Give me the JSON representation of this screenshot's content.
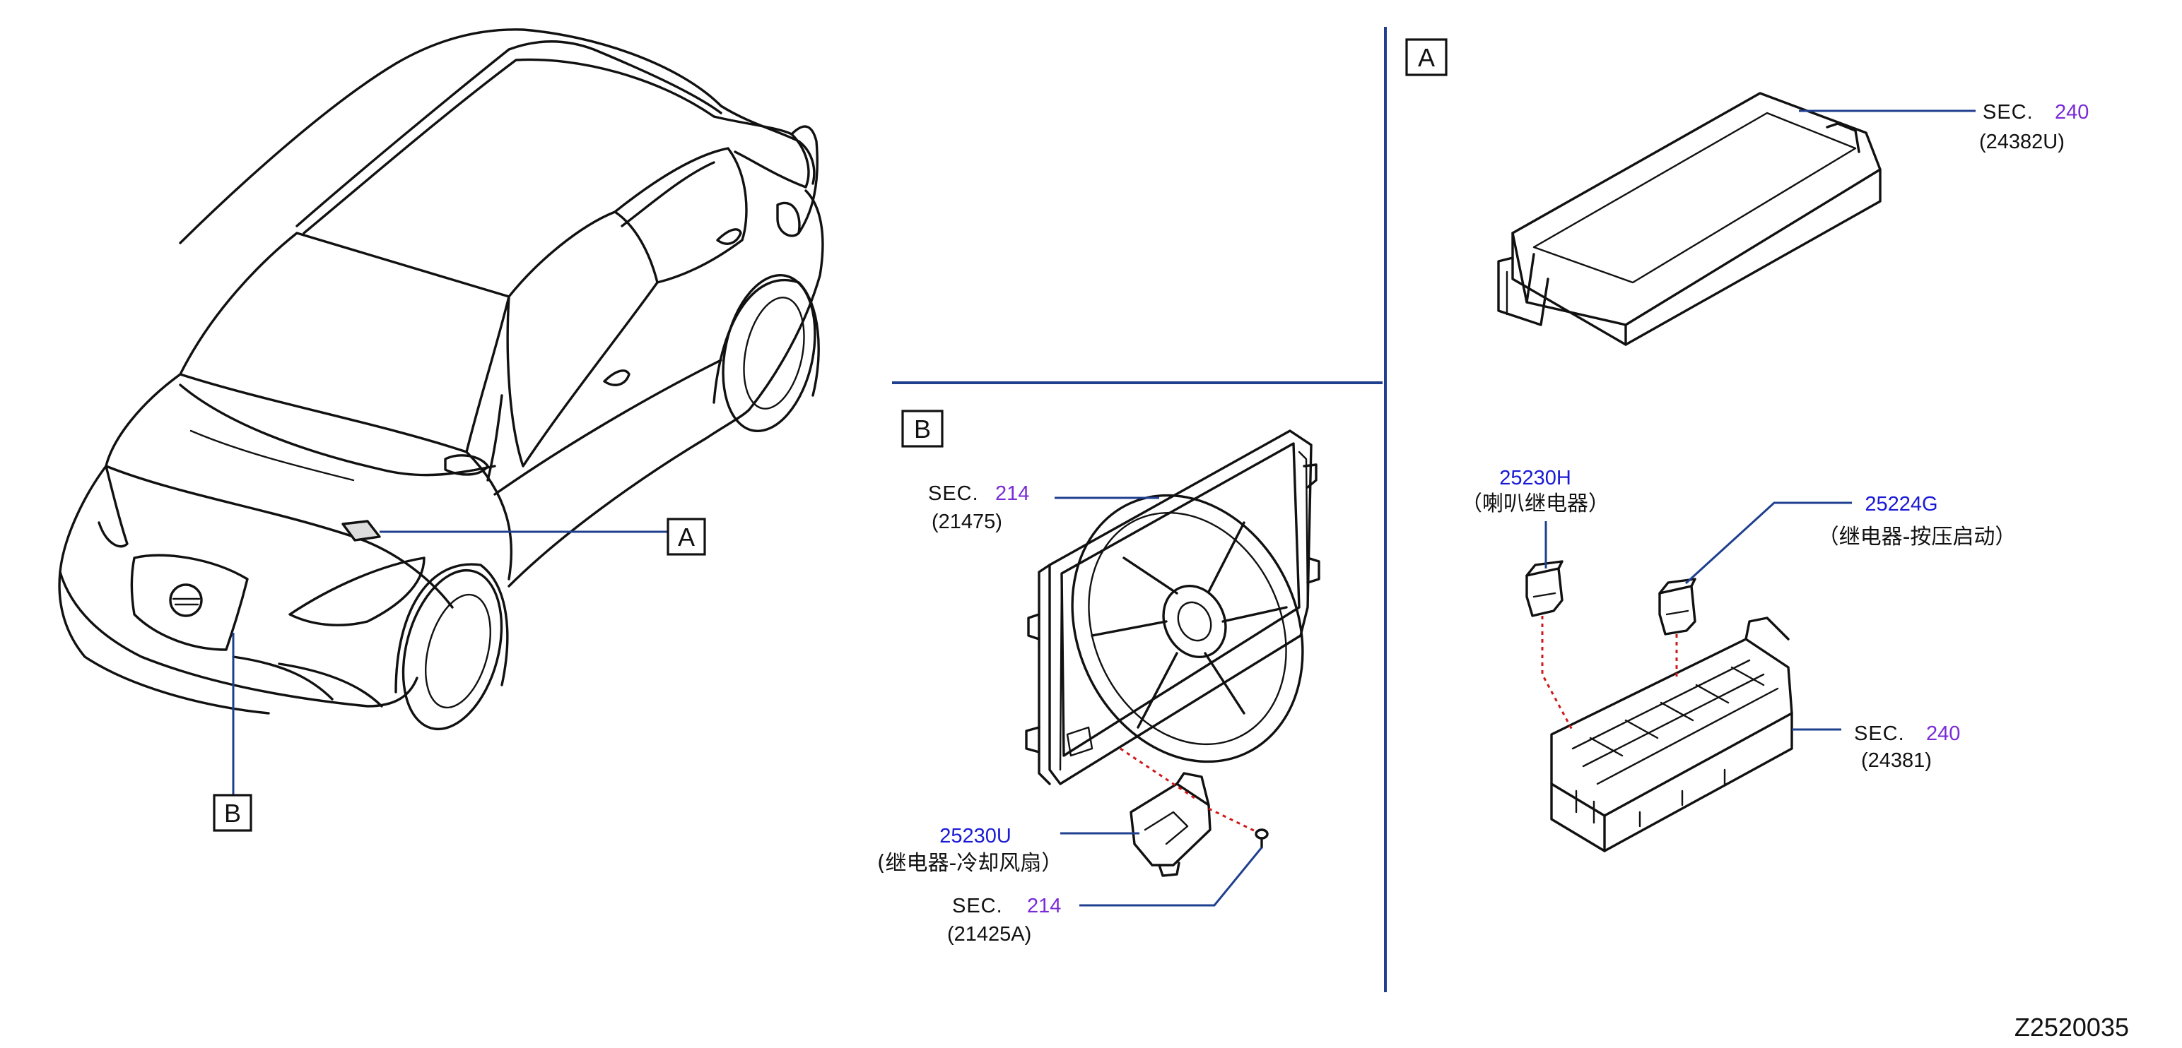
{
  "callouts": {
    "A": "A",
    "B": "B"
  },
  "sections": {
    "fuse_cover": {
      "sec": "SEC.",
      "num": "240",
      "part": "(24382U)"
    },
    "fuse_block": {
      "sec": "SEC.",
      "num": "240",
      "part": "(24381)"
    },
    "radiator_fan": {
      "sec": "SEC.",
      "num": "214",
      "part": "(21475)"
    },
    "clip": {
      "sec": "SEC.",
      "num": "214",
      "part": "(21425A)"
    }
  },
  "parts": {
    "horn_relay": {
      "number": "25230H",
      "name": "（喇叭继电器）"
    },
    "push_start_relay": {
      "number": "25224G",
      "name": "（继电器-按压启动）"
    },
    "fan_relay": {
      "number": "25230U",
      "name": "(继电器-冷却风扇）"
    }
  },
  "diagram_code": "Z2520035",
  "colors": {
    "leader": "#1f3f8f",
    "sec_number": "#7a2bd6",
    "part_number": "#1a1ad6",
    "hidden_line": "#d01818"
  }
}
